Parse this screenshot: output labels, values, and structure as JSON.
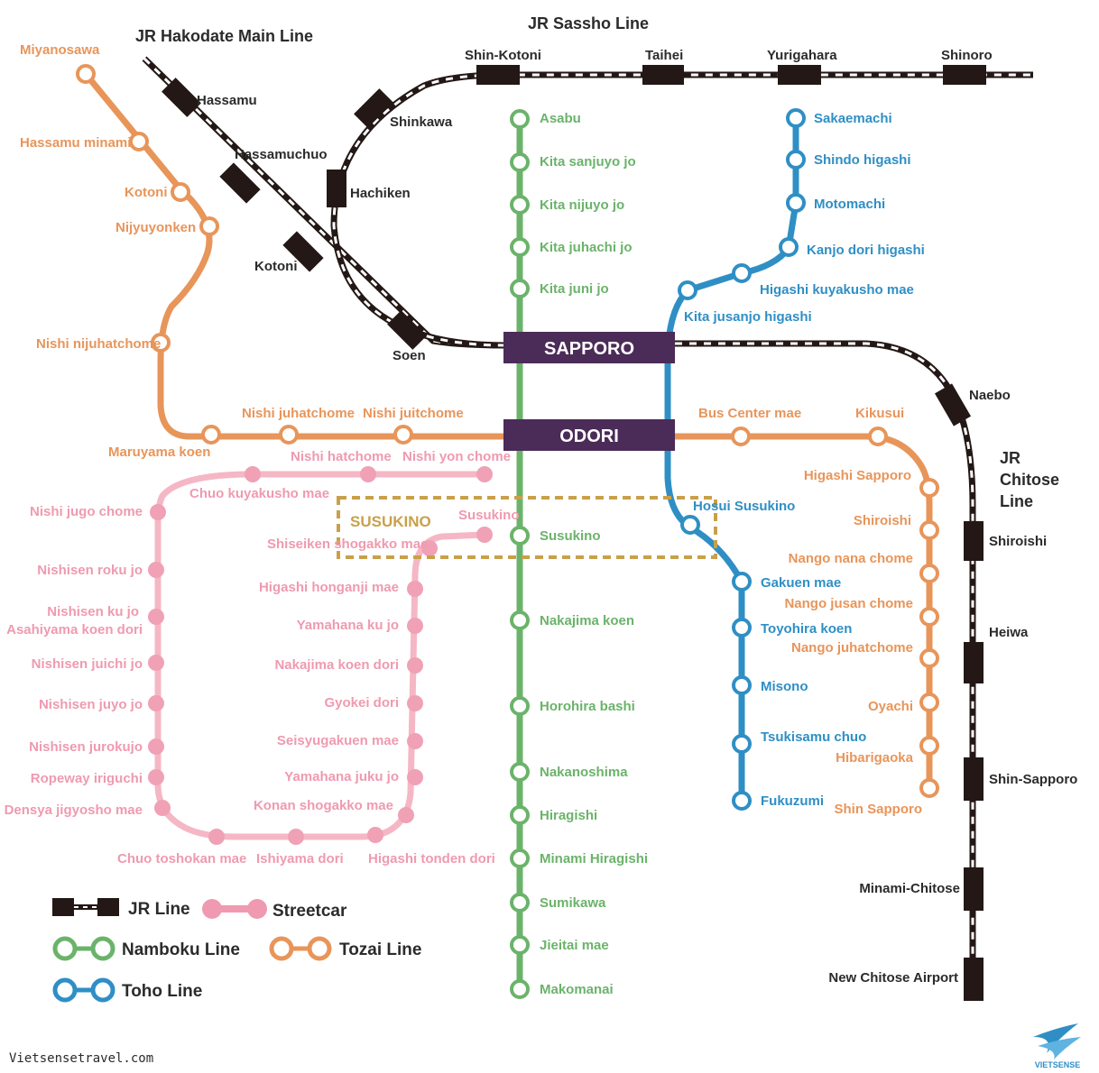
{
  "jr_lines": {
    "hakodate": "JR Hakodate Main Line",
    "sassho": "JR Sassho Line",
    "chitose": [
      "JR",
      "Chitose",
      "Line"
    ]
  },
  "jr_stations": {
    "hassamu": "Hassamu",
    "hassamuchuo": "Hassamuchuo",
    "kotoni": "Kotoni",
    "soen": "Soen",
    "shinkawa": "Shinkawa",
    "hachiken": "Hachiken",
    "shin_kotoni": "Shin-Kotoni",
    "taihei": "Taihei",
    "yurigahara": "Yurigahara",
    "shinoro": "Shinoro",
    "naebo": "Naebo",
    "shiroishi": "Shiroishi",
    "heiwa": "Heiwa",
    "shin_sapporo": "Shin-Sapporo",
    "minami_chitose": "Minami-Chitose",
    "new_chitose_airport": "New Chitose Airport"
  },
  "hubs": {
    "sapporo": "SAPPORO",
    "odori": "ODORI",
    "susukino_area": "SUSUKINO"
  },
  "namboku": [
    "Asabu",
    "Kita sanjuyo jo",
    "Kita nijuyo jo",
    "Kita juhachi jo",
    "Kita juni jo",
    "Susukino",
    "Nakajima koen",
    "Horohira bashi",
    "Nakanoshima",
    "Hiragishi",
    "Minami Hiragishi",
    "Sumikawa",
    "Jieitai mae",
    "Makomanai"
  ],
  "toho": [
    "Sakaemachi",
    "Shindo higashi",
    "Motomachi",
    "Kanjo dori higashi",
    "Higashi kuyakusho mae",
    "Kita jusanjo higashi",
    "Hosui Susukino",
    "Gakuen mae",
    "Toyohira koen",
    "Misono",
    "Tsukisamu chuo",
    "Fukuzumi"
  ],
  "tozai": [
    "Miyanosawa",
    "Hassamu minami",
    "Kotoni",
    "Nijyuyonken",
    "Nishi nijuhatchome",
    "Maruyama koen",
    "Nishi juhatchome",
    "Nishi juitchome",
    "Bus Center mae",
    "Kikusui",
    "Higashi Sapporo",
    "Shiroishi",
    "Nango nana chome",
    "Nango jusan chome",
    "Nango juhatchome",
    "Oyachi",
    "Hibarigaoka",
    "Shin Sapporo"
  ],
  "streetcar": [
    "Nishi hatchome",
    "Nishi yon chome",
    "Chuo kuyakusho mae",
    "Nishi jugo chome",
    "Susukino",
    "Shiseiken shogakko mae",
    "Nishisen roku jo",
    "Higashi honganji mae",
    "Nishisen ku jo",
    "Asahiyama koen dori",
    "Yamahana ku jo",
    "Nishisen juichi jo",
    "Nakajima koen dori",
    "Nishisen juyo jo",
    "Gyokei dori",
    "Nishisen jurokujo",
    "Seisyugakuen mae",
    "Ropeway iriguchi",
    "Yamahana juku jo",
    "Densya jigyosho mae",
    "Konan shogakko mae",
    "Chuo toshokan mae",
    "Ishiyama dori",
    "Higashi tonden dori"
  ],
  "legend": {
    "jr": "JR Line",
    "streetcar": "Streetcar",
    "namboku": "Namboku Line",
    "tozai": "Tozai Line",
    "toho": "Toho Line"
  },
  "credits": {
    "site": "Vietsensetravel.com",
    "brand": "VIETSENSE"
  },
  "colors": {
    "jr": "#231815",
    "namboku": "#6bb36b",
    "toho": "#2f8fc5",
    "tozai": "#e8955a",
    "streetcar": "#ef9ab0",
    "hub": "#4b2b57",
    "susukino_box": "#c9a04a"
  }
}
